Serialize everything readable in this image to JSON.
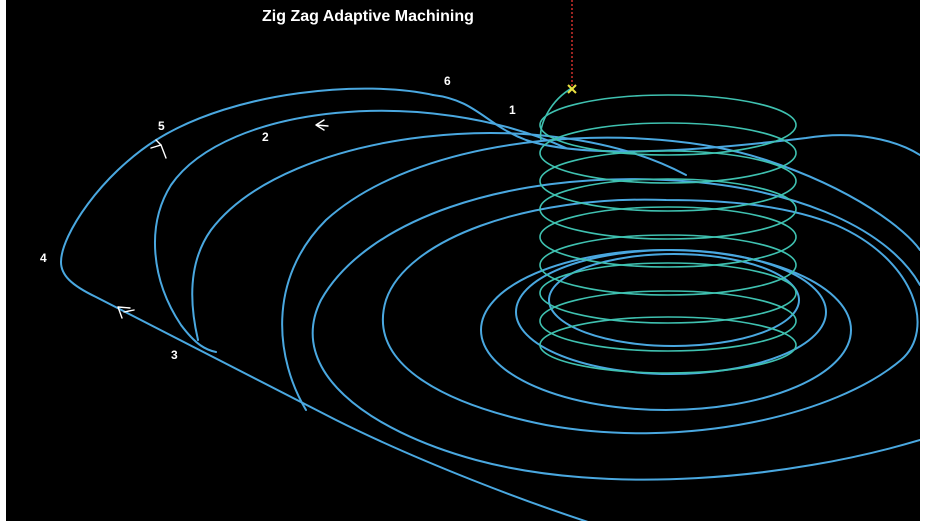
{
  "title": "Zig Zag Adaptive Machining",
  "colors": {
    "background": "#000000",
    "toolpath": "#4aa8e0",
    "helix": "#3fc1b0",
    "tool_axis": "#d0302c",
    "marker": "#e8e040",
    "text": "#ffffff"
  },
  "point_labels": [
    "1",
    "2",
    "3",
    "4",
    "5",
    "6"
  ],
  "icons": {
    "start_marker": "x-mark-icon",
    "direction_arrows": "direction-arrow-icon"
  }
}
